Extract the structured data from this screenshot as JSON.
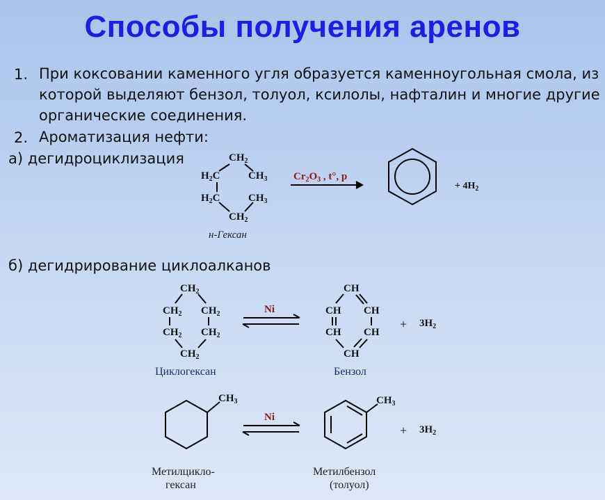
{
  "title": "Способы получения  аренов",
  "items": [
    {
      "num": "1.",
      "lines": [
        "При коксовании каменного угля образуется каменноугольная смола, из",
        "которой выделяют бензол, толуол, ксилолы, нафталин и многие другие",
        "органические соединения."
      ]
    },
    {
      "num": "2.",
      "lines": [
        "Ароматизация нефти:"
      ]
    }
  ],
  "section_a": "а) дегидроциклизация",
  "section_b": "б) дегидрирование циклоалканов",
  "reaction1": {
    "ch2": "CH",
    "ch3": "CH",
    "h2c": "H",
    "sub2": "2",
    "sub3": "3",
    "c": "C",
    "conditions_pre": "Cr",
    "conditions_sub2": "2",
    "conditions_o": "O",
    "conditions_sub3": "3",
    "conditions_post": " , t°, p",
    "product_suffix_pre": "+  4H",
    "product_suffix_sub": "2",
    "caption": "н-Гексан"
  },
  "reaction2": {
    "cat": "Ni",
    "ch2": "CH",
    "sub2": "2",
    "ch": "CH",
    "plus": "+",
    "h2_pre": "3H",
    "h2_sub": "2",
    "caption_left": "Циклогексан",
    "caption_right": "Бензол"
  },
  "reaction3": {
    "cat": "Ni",
    "ch3": "CH",
    "sub3": "3",
    "plus": "+",
    "h2_pre": "3H",
    "h2_sub": "2",
    "caption_left_1": "Метилцикло-",
    "caption_left_2": "гексан",
    "caption_right_1": "Метилбензол",
    "caption_right_2": "(толуол)"
  }
}
